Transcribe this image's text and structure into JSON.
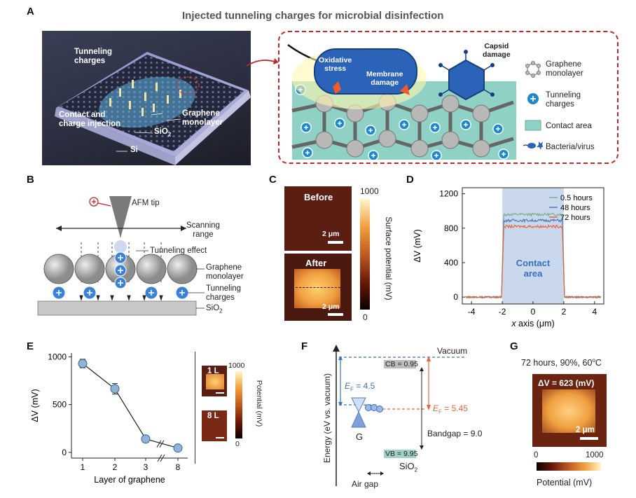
{
  "panels": {
    "A": {
      "label": "A",
      "title": "Injected tunneling charges for microbial disinfection",
      "photo_labels": {
        "tunneling": "Tunneling\ncharges",
        "contact": "Contact and\ncharge injection",
        "graphene": "Graphene\nmonolayer",
        "sio2": "SiO",
        "sio2_sub": "2",
        "si": "Si"
      },
      "inset_labels": {
        "oxidative": "Oxidative\nstress",
        "membrane": "Membrane\ndamage",
        "capsid": "Capsid\ndamage"
      },
      "legend": [
        {
          "name": "Graphene monolayer",
          "text": "Graphene\nmonolayer"
        },
        {
          "name": "Tunneling charges",
          "text": "Tunneling\ncharges"
        },
        {
          "name": "Contact area",
          "text": "Contact area"
        },
        {
          "name": "Bacteria/virus",
          "text": "Bacteria/virus"
        }
      ]
    },
    "B": {
      "label": "B",
      "afm_tip": "AFM tip",
      "scanning": "Scanning\nrange",
      "tunneling_effect": "Tunneling effect",
      "graphene": "Graphene\nmonolayer",
      "charges": "Tunneling\ncharges",
      "sio2": "SiO",
      "sio2_sub": "2"
    },
    "C": {
      "label": "C",
      "before": "Before",
      "after": "After",
      "scale": "2 μm",
      "colorbar_max": "1000",
      "colorbar_min": "0",
      "colorbar_label": "Surface potential (mV)"
    },
    "E": {
      "label": "E",
      "insets": [
        {
          "label": "1 L"
        },
        {
          "label": "8 L"
        }
      ],
      "colorbar_max": "1000",
      "colorbar_min": "0",
      "colorbar_label": "Potential (mV)"
    },
    "F": {
      "label": "F",
      "vacuum": "Vacuum",
      "cb": "CB = 0.95",
      "vb": "VB = 9.95",
      "ef_g": "E",
      "ef_g_sub": "F",
      "ef_g_val": " = 4.5",
      "ef_s": "E",
      "ef_s_sub": "F",
      "ef_s_val": " = 5.45",
      "bandgap": "Bandgap = 9.0",
      "g": "G",
      "sio2": "SiO",
      "sio2_sub": "2",
      "air_gap": "Air gap",
      "yaxis": "Energy (eV vs. vacuum)"
    },
    "G": {
      "label": "G",
      "condition": "72 hours, 90%, 60",
      "condition_unit": "C",
      "condition_deg": "o",
      "dv": "ΔV = 623 (mV)",
      "scale": "2 μm",
      "cb_min": "0",
      "cb_max": "1000",
      "cb_label": "Potential (mV)"
    }
  },
  "chart_data": [
    {
      "panel": "D",
      "type": "line",
      "xlabel": "x axis (μm)",
      "ylabel": "ΔV (mV)",
      "xlim": [
        -4.6,
        4.6
      ],
      "ylim": [
        -80,
        1270
      ],
      "xticks": [
        -4,
        -2,
        0,
        2,
        4
      ],
      "yticks": [
        0,
        400,
        800,
        1200
      ],
      "shaded_region": {
        "x": [
          -2,
          2
        ],
        "label": "Contact\narea"
      },
      "series": [
        {
          "name": "0.5 hours",
          "color": "#7fae8f",
          "plateau": 960
        },
        {
          "name": "48 hours",
          "color": "#4f79b8",
          "plateau": 890
        },
        {
          "name": "72 hours",
          "color": "#e8663b",
          "plateau": 820
        }
      ],
      "legend_position": "top-right"
    },
    {
      "panel": "E",
      "type": "scatter",
      "xlabel": "Layer of graphene",
      "ylabel": "ΔV (mV)",
      "categories": [
        "1",
        "2",
        "3",
        "8"
      ],
      "values": [
        930,
        665,
        140,
        45
      ],
      "errors": [
        45,
        55,
        35,
        20
      ],
      "ylim": [
        -60,
        1040
      ],
      "yticks": [
        0,
        500,
        1000
      ]
    }
  ]
}
